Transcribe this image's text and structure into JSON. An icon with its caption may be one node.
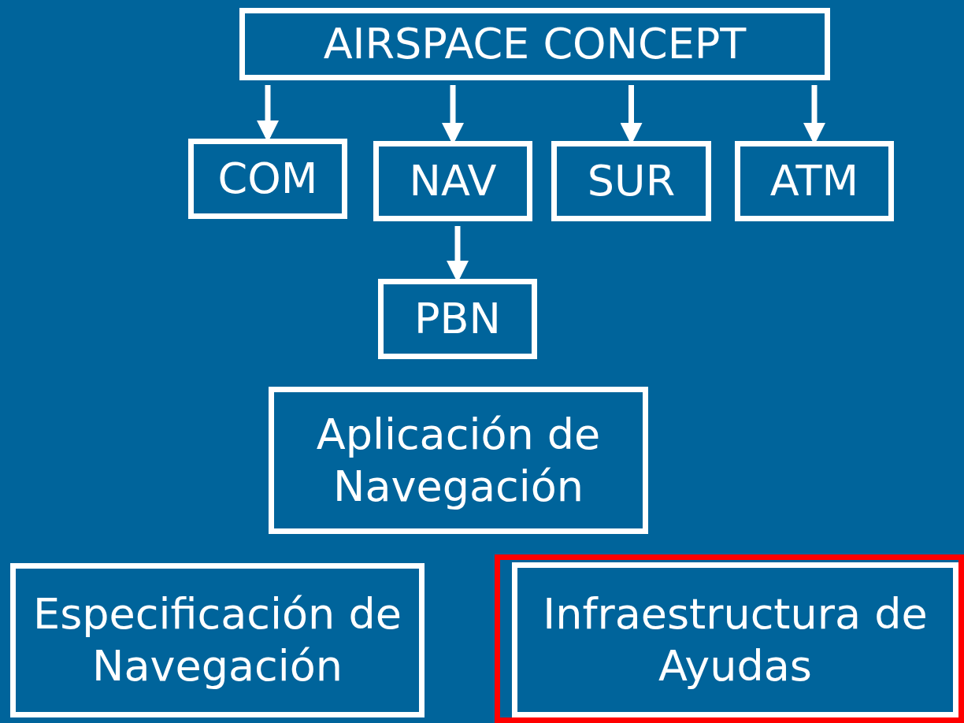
{
  "diagram": {
    "nodes": [
      {
        "text": [
          "AIRSPACE CONCEPT"
        ]
      },
      {
        "text": [
          "COM"
        ]
      },
      {
        "text": [
          "NAV"
        ]
      },
      {
        "text": [
          "SUR"
        ]
      },
      {
        "text": [
          "ATM"
        ]
      },
      {
        "text": [
          "PBN"
        ]
      },
      {
        "text": [
          "Aplicación de Navegación"
        ]
      },
      {
        "text": [
          "Especificación de Navegación"
        ]
      },
      {
        "text": [],
        "shape": "box"
      },
      {
        "text": [
          "Infraestructura de Ayudas"
        ],
        "in": 8
      }
    ],
    "edges": [
      {
        "from": 0,
        "to": 1,
        "arrow": "to"
      },
      {
        "from": 0,
        "to": 2,
        "arrow": "to"
      },
      {
        "from": 0,
        "to": 3,
        "arrow": "to"
      },
      {
        "from": 0,
        "to": 4,
        "arrow": "to"
      },
      {
        "from": 2,
        "to": 5,
        "arrow": "to"
      }
    ]
  }
}
